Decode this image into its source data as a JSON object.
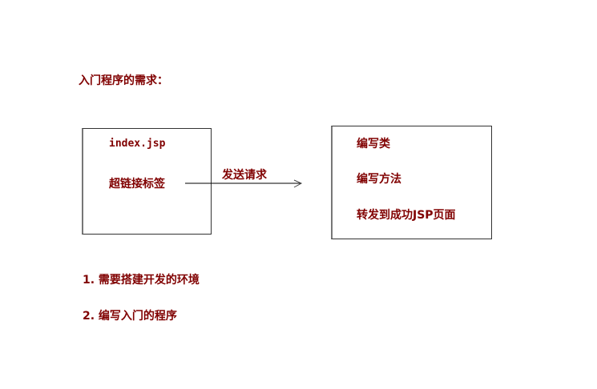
{
  "title": "入门程序的需求：",
  "left_box": {
    "file": "index.jsp",
    "item": "超链接标签"
  },
  "arrow_label": "发送请求",
  "right_box": {
    "items": [
      "编写类",
      "编写方法",
      "转发到成功JSP页面"
    ]
  },
  "steps": [
    "1. 需要搭建开发的环境",
    "2. 编写入门的程序"
  ],
  "colors": {
    "text": "#800000",
    "line": "#000000"
  }
}
